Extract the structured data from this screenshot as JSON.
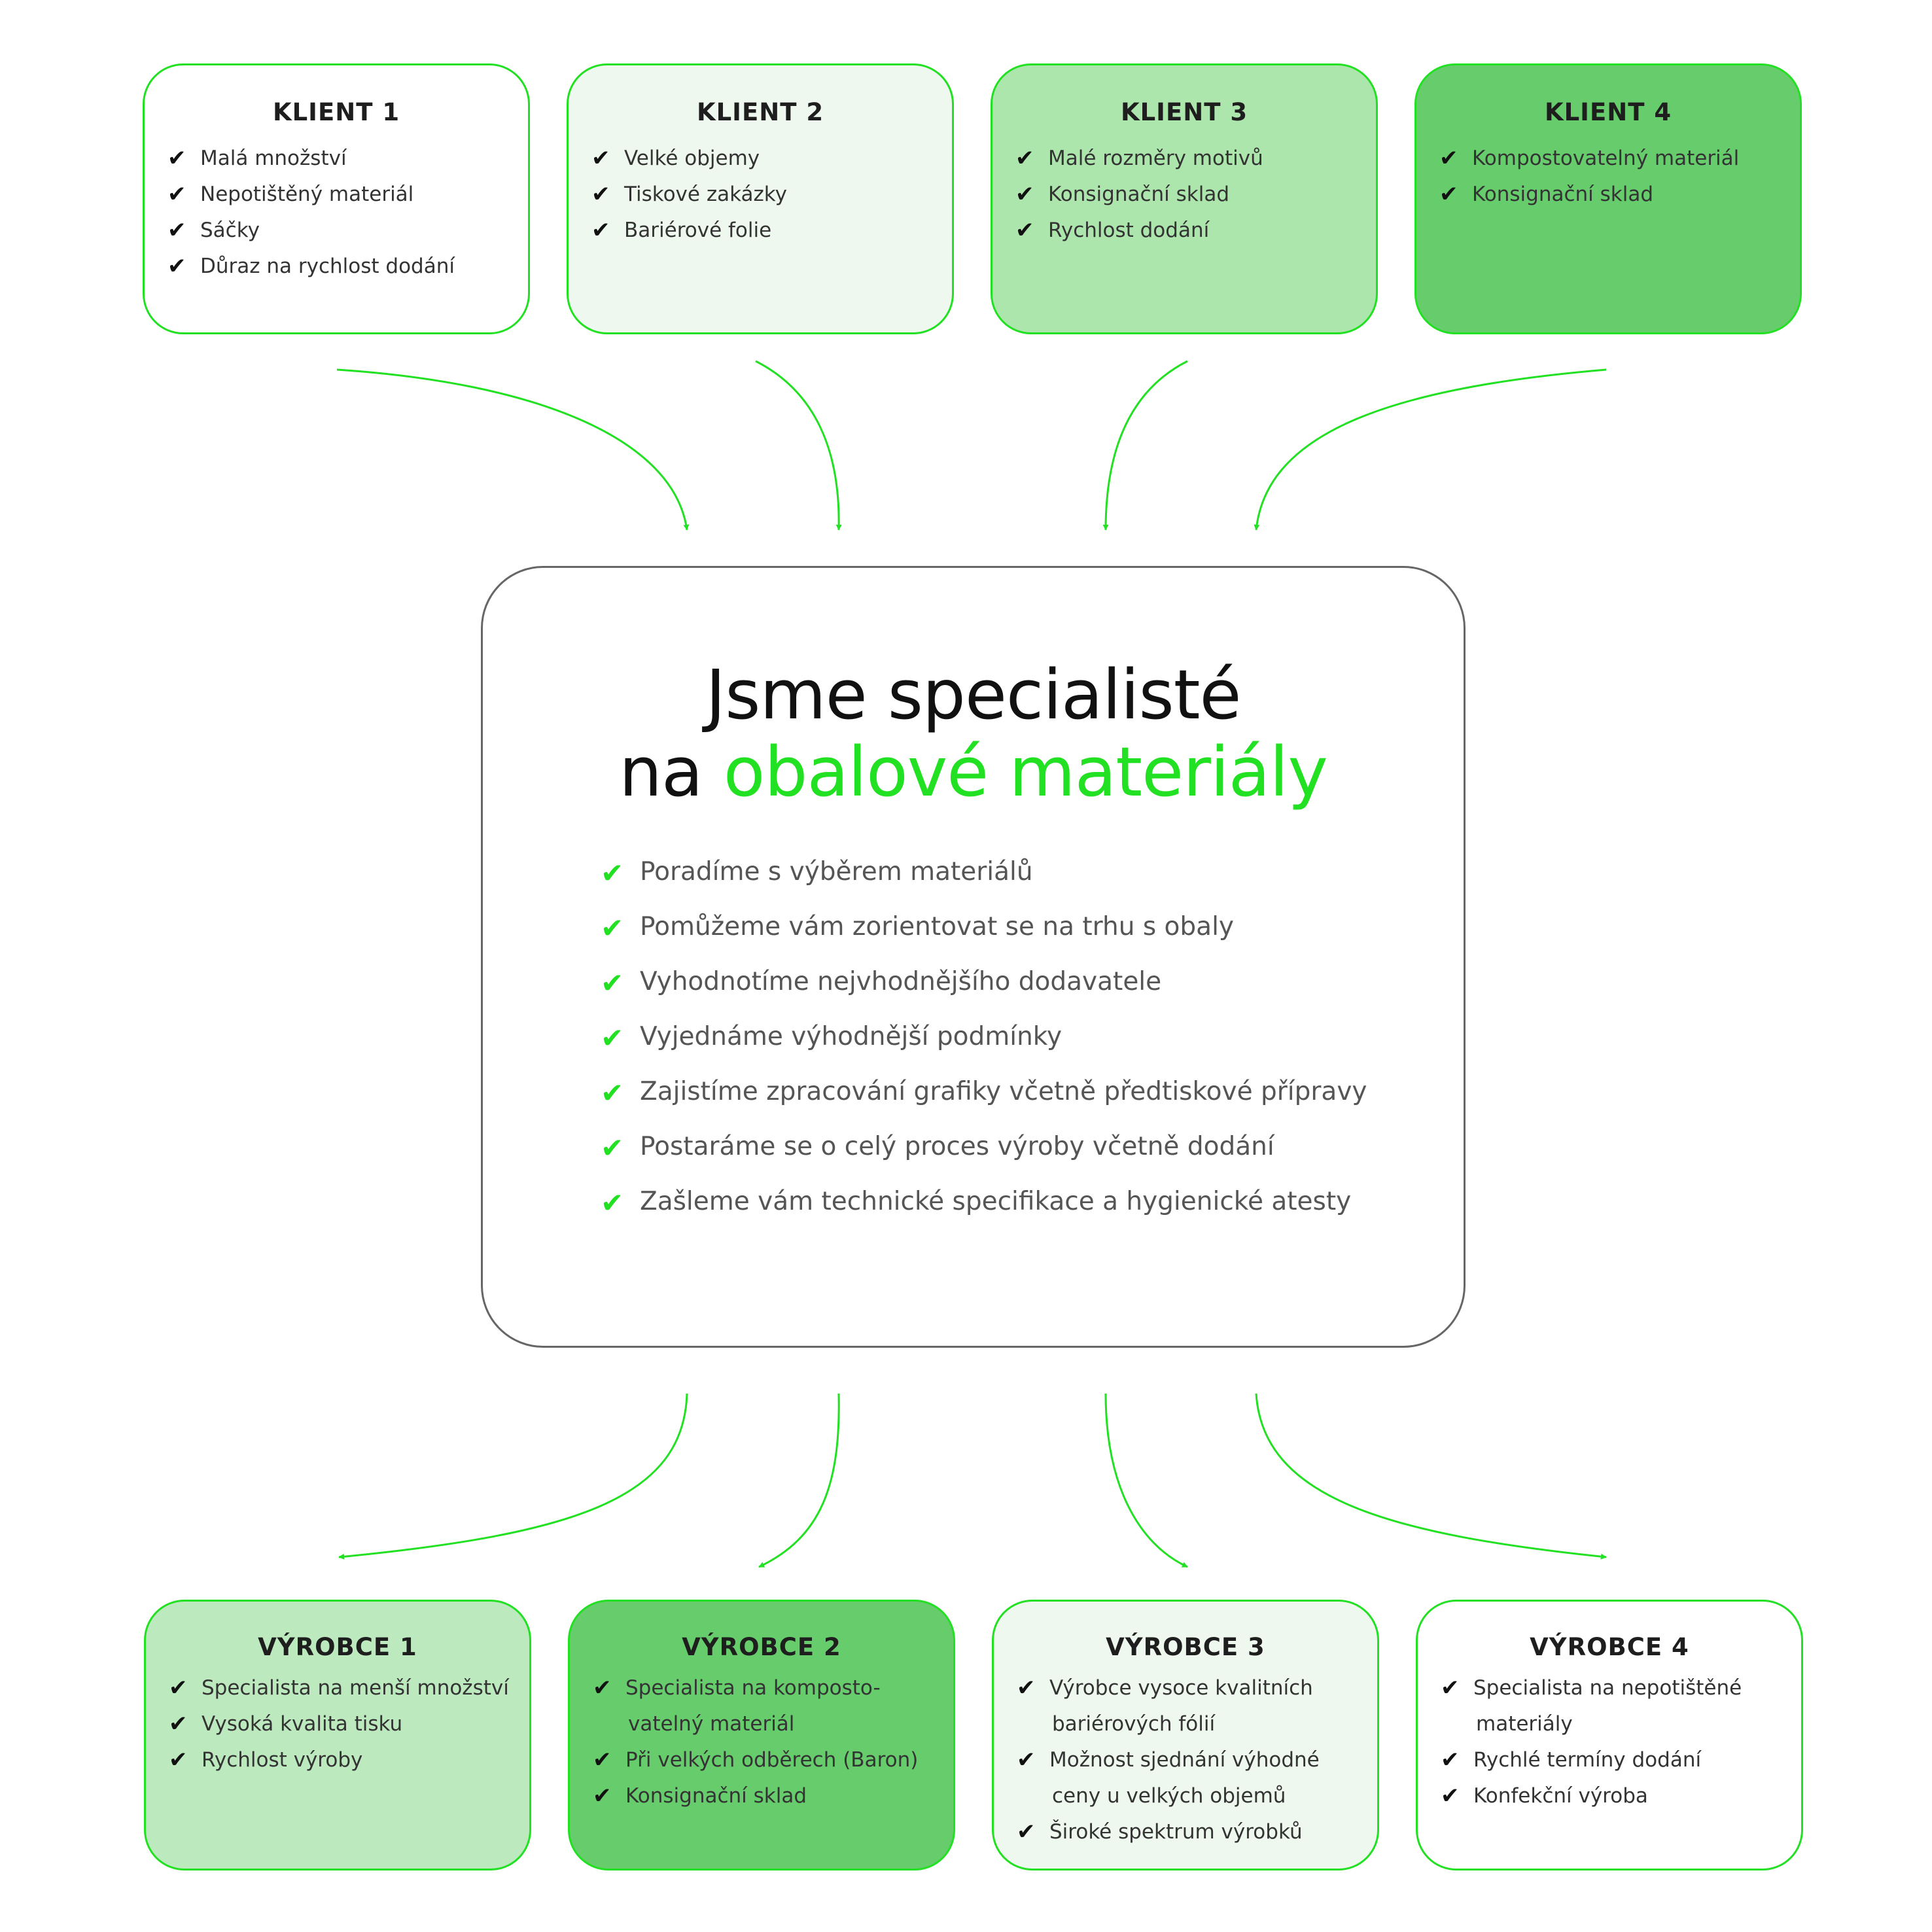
{
  "headline": {
    "line1": "Jsme specialisté",
    "line2_prefix": "na",
    "line2_accent": "obalové materiály"
  },
  "benefits": [
    "Poradíme s výběrem materiálů",
    "Pomůžeme vám zorientovat se na trhu s obaly",
    "Vyhodnotíme nejvhodnějšího dodavatele",
    "Vyjednáme výhodnější podmínky",
    "Zajistíme zpracování grafiky včetně předtiskové přípravy",
    "Postaráme se o celý proces výroby včetně dodání",
    "Zašleme vám technické specifikace a hygienické atesty"
  ],
  "clients": [
    {
      "title": "KLIENT 1",
      "fill": "#ffffff",
      "items": [
        "Malá množství",
        "Nepotištěný materiál",
        "Sáčky",
        "Důraz na rychlost dodání"
      ]
    },
    {
      "title": "KLIENT 2",
      "fill": "#eef8ee",
      "items": [
        "Velké objemy",
        "Tiskové zakázky",
        "Bariérové folie"
      ]
    },
    {
      "title": "KLIENT 3",
      "fill": "#ade6ad",
      "items": [
        "Malé rozměry motivů",
        "Konsignační sklad",
        "Rychlost dodání"
      ]
    },
    {
      "title": "KLIENT  4",
      "fill": "#66cc6c",
      "items": [
        "Kompostovatelný materiál",
        "Konsignační sklad"
      ]
    }
  ],
  "producers": [
    {
      "title": "VÝROBCE 1",
      "fill": "#bde9be",
      "items": [
        [
          "Specialista na menší množství"
        ],
        [
          "Vysoká kvalita tisku"
        ],
        [
          "Rychlost výroby"
        ]
      ]
    },
    {
      "title": "VÝROBCE 2",
      "fill": "#66cc6c",
      "items": [
        [
          "Specialista na komposto-",
          "vatelný materiál"
        ],
        [
          "Při velkých odběrech (Baron)"
        ],
        [
          "Konsignační sklad"
        ]
      ]
    },
    {
      "title": "VÝROBCE 3",
      "fill": "#eef8ee",
      "items": [
        [
          "Výrobce vysoce kvalitních",
          "bariérových fólií"
        ],
        [
          "Možnost sjednání výhodné",
          "ceny u velkých objemů"
        ],
        [
          "Široké spektrum výrobků"
        ]
      ]
    },
    {
      "title": "VÝROBCE  4",
      "fill": "#ffffff",
      "items": [
        [
          "Specialista na nepotištěné",
          "materiály"
        ],
        [
          "Rychlé termíny dodání"
        ],
        [
          "Konfekční výroba"
        ]
      ]
    }
  ],
  "colors": {
    "accent": "#22e022",
    "center_border": "#666666",
    "check_dark": "#111111"
  },
  "icons": {
    "check": "✔"
  }
}
